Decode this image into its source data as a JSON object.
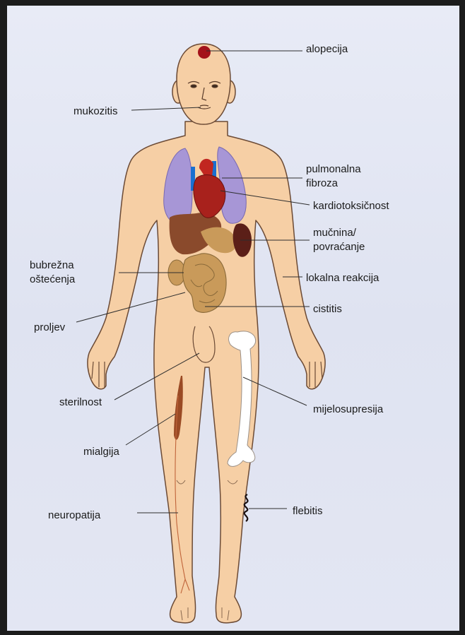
{
  "labels": {
    "alopecia": "alopecija",
    "mucositis": "mukozitis",
    "pulmonary_fibrosis_1": "pulmonalna",
    "pulmonary_fibrosis_2": "fibroza",
    "cardiotoxicity": "kardiotoksičnost",
    "nausea_1": "mučnina/",
    "nausea_2": "povraćanje",
    "kidney_damage_1": "bubrežna",
    "kidney_damage_2": "oštećenja",
    "local_reaction": "lokalna reakcija",
    "cystitis": "cistitis",
    "diarrhea": "proljev",
    "sterility": "sterilnost",
    "myelosuppression": "mijelosupresija",
    "myalgia": "mialgija",
    "neuropathy": "neuropatija",
    "phlebitis": "flebitis"
  },
  "colors": {
    "background": "#e3e6f3",
    "skin": "#f6cfa5",
    "outline": "#6b4a35",
    "lungs": "#a796d6",
    "heart": "#a8211c",
    "vessels_blue": "#1a6fd0",
    "liver": "#8a4a2c",
    "kidney": "#5b1f18",
    "intestines": "#c99a5a",
    "bone": "#ffffff",
    "alopecia_spot": "#a3121a"
  }
}
